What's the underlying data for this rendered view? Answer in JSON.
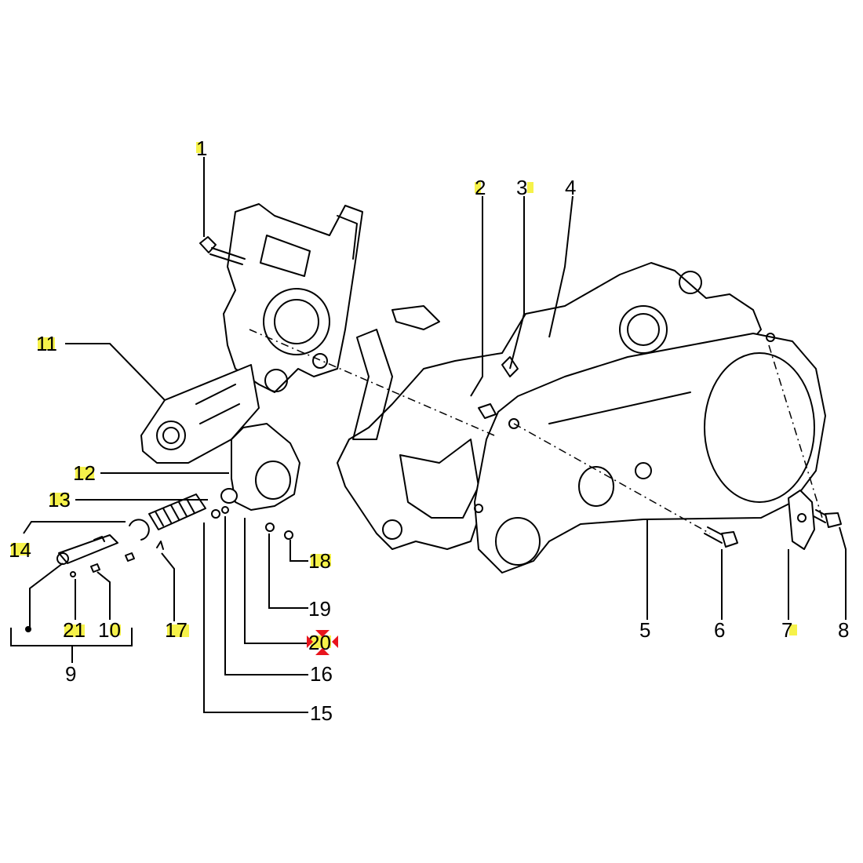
{
  "labels": {
    "l1": "1",
    "l2": "2",
    "l3": "3",
    "l4": "4",
    "l5": "5",
    "l6": "6",
    "l7": "7",
    "l8": "8",
    "l9": "9",
    "l10": "10",
    "l11": "11",
    "l12": "12",
    "l13": "13",
    "l14": "14",
    "l15": "15",
    "l16": "16",
    "l17": "17",
    "l18": "18",
    "l19": "19",
    "l20": "20",
    "l21": "21"
  },
  "colors": {
    "highlight": "#f6f24a",
    "selection_marker": "#e8141c",
    "line": "#000000"
  }
}
